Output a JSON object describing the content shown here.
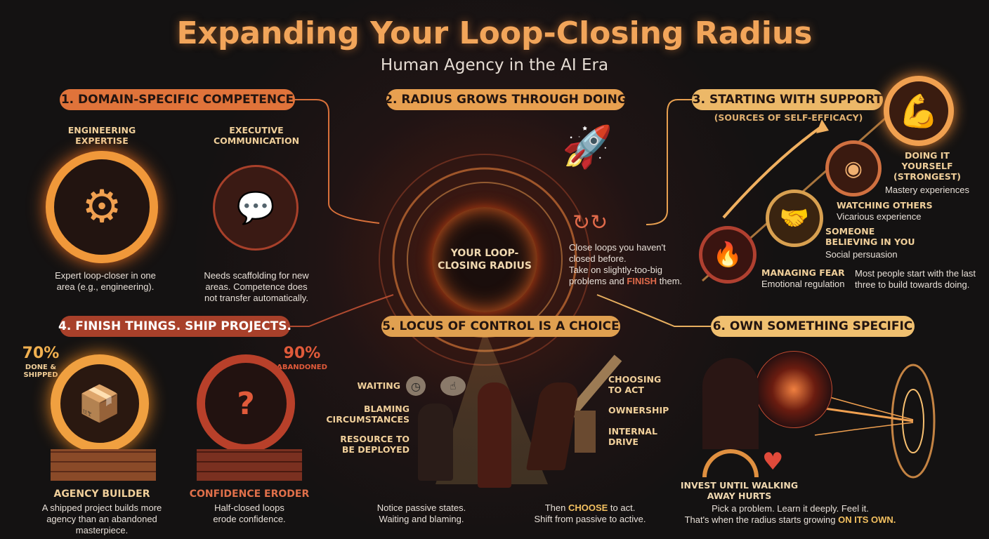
{
  "header": {
    "title": "Expanding Your Loop-Closing Radius",
    "subtitle": "Human Agency in the AI Era"
  },
  "colors": {
    "background": "#141212",
    "orange": "#e0733a",
    "gold": "#f0c070",
    "red": "#a8402a"
  },
  "section1": {
    "heading": "1. DOMAIN-SPECIFIC COMPETENCE",
    "left": {
      "label": "ENGINEERING EXPERTISE",
      "icon": "gear-wrench-icon",
      "text": "Expert loop-closer in one area (e.g., engineering)."
    },
    "right": {
      "label": "EXECUTIVE COMMUNICATION",
      "icon": "podium-speech-icon",
      "text": "Needs scaffolding for new areas. Competence does not transfer automatically."
    }
  },
  "section2": {
    "heading": "2. RADIUS GROWS THROUGH DOING",
    "center": "YOUR LOOP-CLOSING RADIUS",
    "text_1": "Close loops you haven't closed before.",
    "text_2": "Take on slightly-too-big problems and ",
    "text_finish": "FINISH",
    "text_end": " them."
  },
  "section3": {
    "heading": "3. STARTING WITH SUPPORT",
    "subheading": "(SOURCES OF SELF-EFFICACY)",
    "items": [
      {
        "title": "DOING IT YOURSELF (STRONGEST)",
        "desc": "Mastery experiences",
        "icon": "flexed-arm-hammer-icon"
      },
      {
        "title": "WATCHING OTHERS",
        "desc": "Vicarious experience",
        "icon": "eye-play-icon"
      },
      {
        "title": "SOMEONE BELIEVING IN YOU",
        "desc": "Social persuasion",
        "icon": "handshake-icon"
      },
      {
        "title": "MANAGING FEAR",
        "desc": "Emotional regulation",
        "icon": "shield-flame-icon"
      }
    ],
    "note": "Most people start with the last three to build towards doing."
  },
  "section4": {
    "heading": "4. FINISH THINGS. SHIP PROJECTS.",
    "left": {
      "stat": "70%",
      "stat_label": "DONE & SHIPPED",
      "title": "AGENCY BUILDER",
      "text": "A shipped project builds more agency than an abandoned masterpiece.",
      "icon": "shipped-box-icon"
    },
    "right": {
      "stat": "90%",
      "stat_label": "ABANDONED",
      "title": "CONFIDENCE ERODER",
      "text": "Half-closed loops erode confidence.",
      "icon": "broken-box-question-icon"
    }
  },
  "section5": {
    "heading": "5. LOCUS OF CONTROL IS A CHOICE",
    "passive": [
      "WAITING",
      "BLAMING CIRCUMSTANCES",
      "RESOURCE TO BE DEPLOYED"
    ],
    "active": [
      "CHOOSING TO ACT",
      "OWNERSHIP",
      "INTERNAL DRIVE"
    ],
    "left_text": "Notice passive states. Waiting and blaming.",
    "right_text_1": "Then ",
    "right_choose": "CHOOSE",
    "right_text_2": " to act.",
    "right_text_3": "Shift from passive to active."
  },
  "section6": {
    "heading": "6. OWN SOMETHING SPECIFIC",
    "label": "INVEST UNTIL WALKING AWAY HURTS",
    "text_1": "Pick a problem. Learn it deeply. Feel it.",
    "text_2": "That's when the radius starts growing ",
    "text_hl": "ON ITS OWN."
  }
}
